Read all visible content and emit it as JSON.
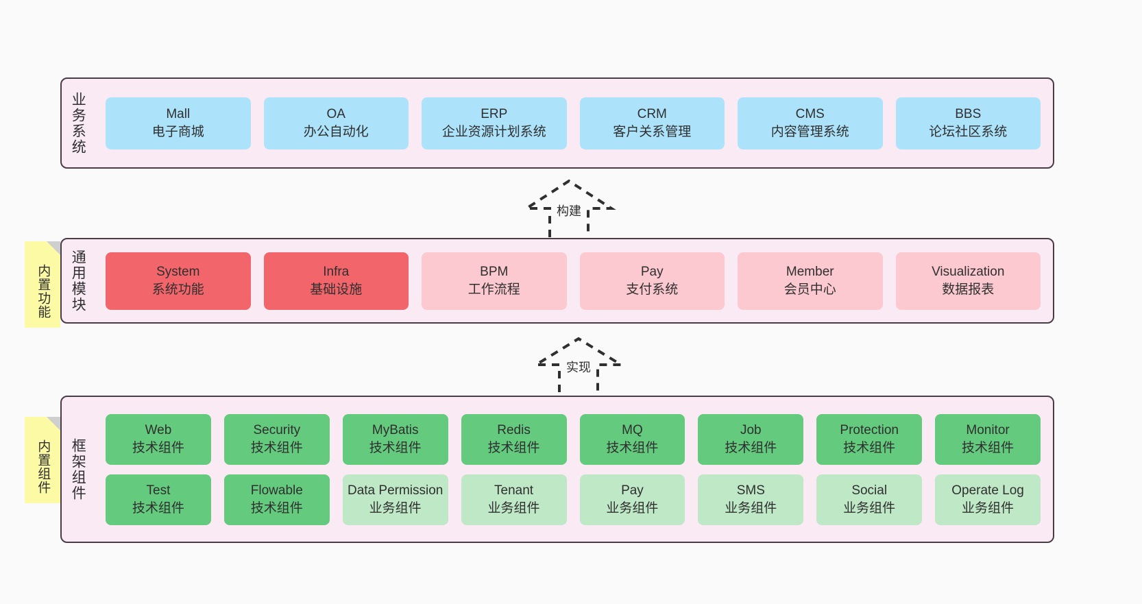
{
  "diagram": {
    "background_color": "#fafafa",
    "panel_color": "#f9eaf4",
    "panel_border_color": "#4a3b47",
    "sticky_color": "#fdfaa5"
  },
  "layers": [
    {
      "title": "业务系统",
      "node_style": "biz",
      "node_color": "#ace3fb",
      "rows": [
        [
          {
            "t1": "Mall",
            "t2": "电子商城"
          },
          {
            "t1": "OA",
            "t2": "办公自动化"
          },
          {
            "t1": "ERP",
            "t2": "企业资源计划系统"
          },
          {
            "t1": "CRM",
            "t2": "客户关系管理"
          },
          {
            "t1": "CMS",
            "t2": "内容管理系统"
          },
          {
            "t1": "BBS",
            "t2": "论坛社区系统"
          }
        ]
      ]
    },
    {
      "title": "通用模块",
      "sticky": "内置功能",
      "rows": [
        [
          {
            "t1": "System",
            "t2": "系统功能",
            "style": "mod-strong",
            "color": "#f2656a"
          },
          {
            "t1": "Infra",
            "t2": "基础设施",
            "style": "mod-strong",
            "color": "#f2656a"
          },
          {
            "t1": "BPM",
            "t2": "工作流程",
            "style": "mod-soft",
            "color": "#fbc9cf"
          },
          {
            "t1": "Pay",
            "t2": "支付系统",
            "style": "mod-soft",
            "color": "#fbc9cf"
          },
          {
            "t1": "Member",
            "t2": "会员中心",
            "style": "mod-soft",
            "color": "#fbc9cf"
          },
          {
            "t1": "Visualization",
            "t2": "数据报表",
            "style": "mod-soft",
            "color": "#fbc9cf"
          }
        ]
      ]
    },
    {
      "title": "框架组件",
      "sticky": "内置组件",
      "rows": [
        [
          {
            "t1": "Web",
            "t2": "技术组件",
            "style": "fw-tech",
            "color": "#64ca7e"
          },
          {
            "t1": "Security",
            "t2": "技术组件",
            "style": "fw-tech",
            "color": "#64ca7e"
          },
          {
            "t1": "MyBatis",
            "t2": "技术组件",
            "style": "fw-tech",
            "color": "#64ca7e"
          },
          {
            "t1": "Redis",
            "t2": "技术组件",
            "style": "fw-tech",
            "color": "#64ca7e"
          },
          {
            "t1": "MQ",
            "t2": "技术组件",
            "style": "fw-tech",
            "color": "#64ca7e"
          },
          {
            "t1": "Job",
            "t2": "技术组件",
            "style": "fw-tech",
            "color": "#64ca7e"
          },
          {
            "t1": "Protection",
            "t2": "技术组件",
            "style": "fw-tech",
            "color": "#64ca7e"
          },
          {
            "t1": "Monitor",
            "t2": "技术组件",
            "style": "fw-tech",
            "color": "#64ca7e"
          }
        ],
        [
          {
            "t1": "Test",
            "t2": "技术组件",
            "style": "fw-tech",
            "color": "#64ca7e"
          },
          {
            "t1": "Flowable",
            "t2": "技术组件",
            "style": "fw-tech",
            "color": "#64ca7e"
          },
          {
            "t1": "Data Permission",
            "t2": "业务组件",
            "style": "fw-biz",
            "color": "#bfe8c6"
          },
          {
            "t1": "Tenant",
            "t2": "业务组件",
            "style": "fw-biz",
            "color": "#bfe8c6"
          },
          {
            "t1": "Pay",
            "t2": "业务组件",
            "style": "fw-biz",
            "color": "#bfe8c6"
          },
          {
            "t1": "SMS",
            "t2": "业务组件",
            "style": "fw-biz",
            "color": "#bfe8c6"
          },
          {
            "t1": "Social",
            "t2": "业务组件",
            "style": "fw-biz",
            "color": "#bfe8c6"
          },
          {
            "t1": "Operate Log",
            "t2": "业务组件",
            "style": "fw-biz",
            "color": "#bfe8c6"
          }
        ]
      ]
    }
  ],
  "connectors": [
    {
      "label": "构建"
    },
    {
      "label": "实现"
    }
  ]
}
